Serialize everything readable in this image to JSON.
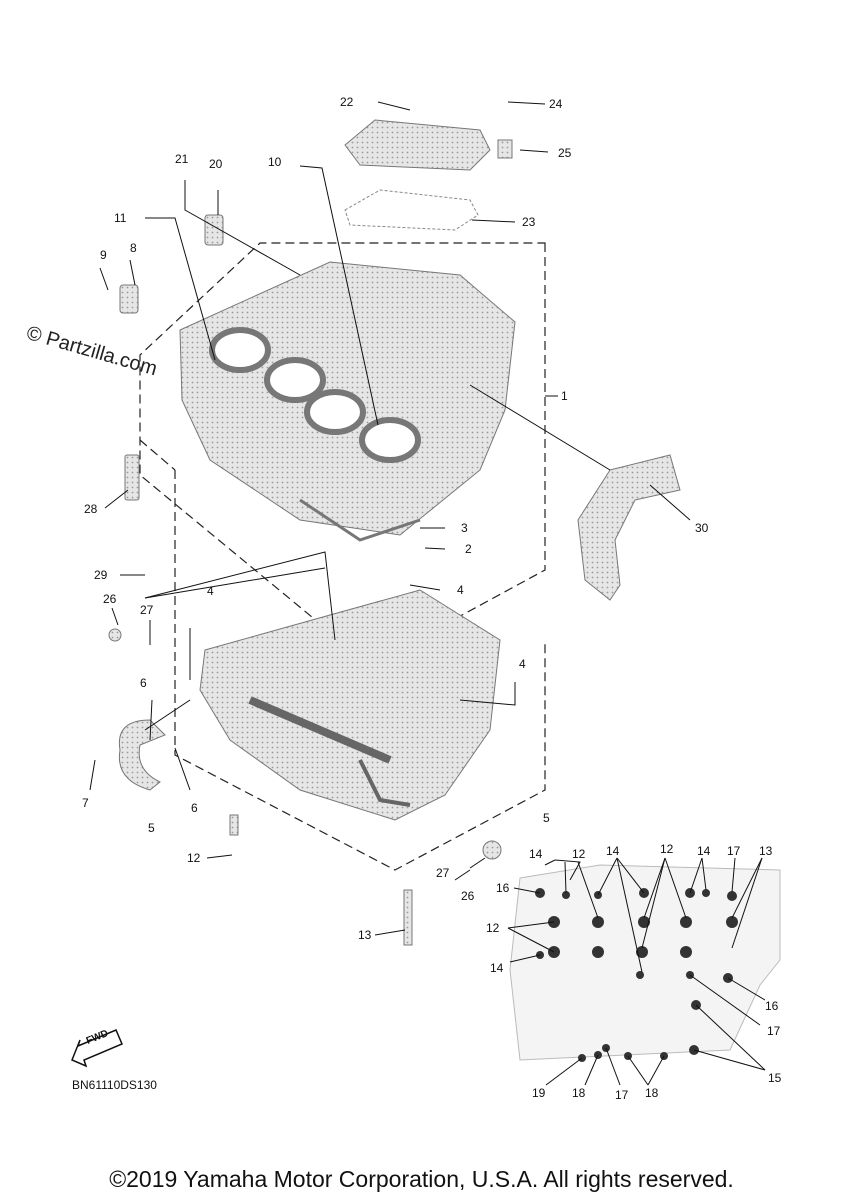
{
  "watermark": "© Partzilla.com",
  "diagram_code": "BN61110DS130",
  "fwd_label": "FWD",
  "copyright": "©2019 Yamaha Motor Corporation, U.S.A. All rights reserved.",
  "callouts": [
    "1",
    "2",
    "3",
    "4",
    "4",
    "4",
    "4",
    "5",
    "5",
    "6",
    "6",
    "7",
    "8",
    "9",
    "10",
    "11",
    "12",
    "12",
    "12",
    "12",
    "13",
    "13",
    "14",
    "14",
    "14",
    "14",
    "15",
    "16",
    "16",
    "17",
    "17",
    "17",
    "18",
    "18",
    "19",
    "20",
    "21",
    "22",
    "23",
    "24",
    "25",
    "26",
    "26",
    "27",
    "27",
    "28",
    "29",
    "30"
  ],
  "colors": {
    "ink": "#111111",
    "part_fill": "#d9d9d9",
    "part_shade": "#8a8a8a",
    "background": "#ffffff"
  }
}
